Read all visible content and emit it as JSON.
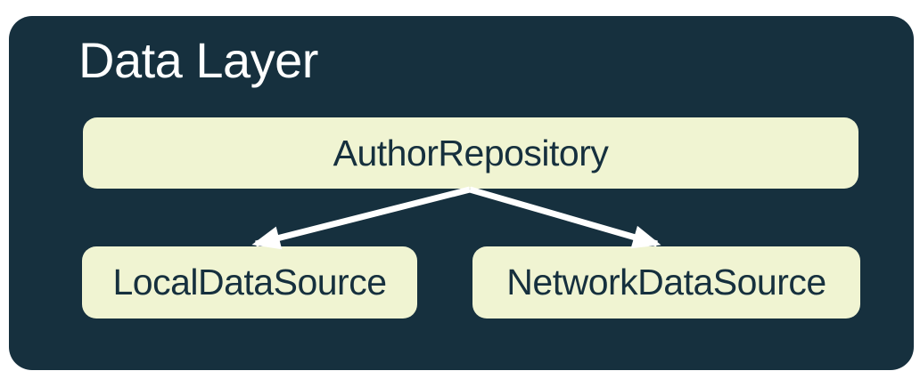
{
  "diagram": {
    "title": "Data Layer",
    "nodes": [
      {
        "id": "author-repository",
        "label": "AuthorRepository"
      },
      {
        "id": "local-data-source",
        "label": "LocalDataSource"
      },
      {
        "id": "network-data-source",
        "label": "NetworkDataSource"
      }
    ],
    "edges": [
      {
        "from": "AuthorRepository",
        "to": "LocalDataSource",
        "style": "arrow"
      },
      {
        "from": "AuthorRepository",
        "to": "NetworkDataSource",
        "style": "arrow"
      }
    ],
    "colors": {
      "container_background": "#16303E",
      "node_background": "#F0F4D2",
      "node_text": "#16303E",
      "title_text": "#FFFFFF",
      "arrow": "#FFFFFF",
      "page_background": "#FFFFFF"
    }
  }
}
